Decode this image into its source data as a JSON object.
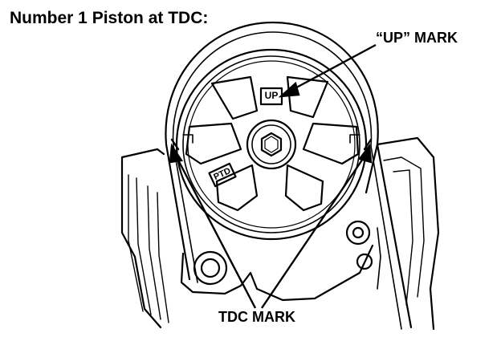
{
  "title": "Number 1 Piston at TDC:",
  "labels": {
    "up_mark": "“UP” MARK",
    "tdc_mark": "TDC MARK"
  },
  "stamps": {
    "up": "UP",
    "ptd": "PTD"
  }
}
